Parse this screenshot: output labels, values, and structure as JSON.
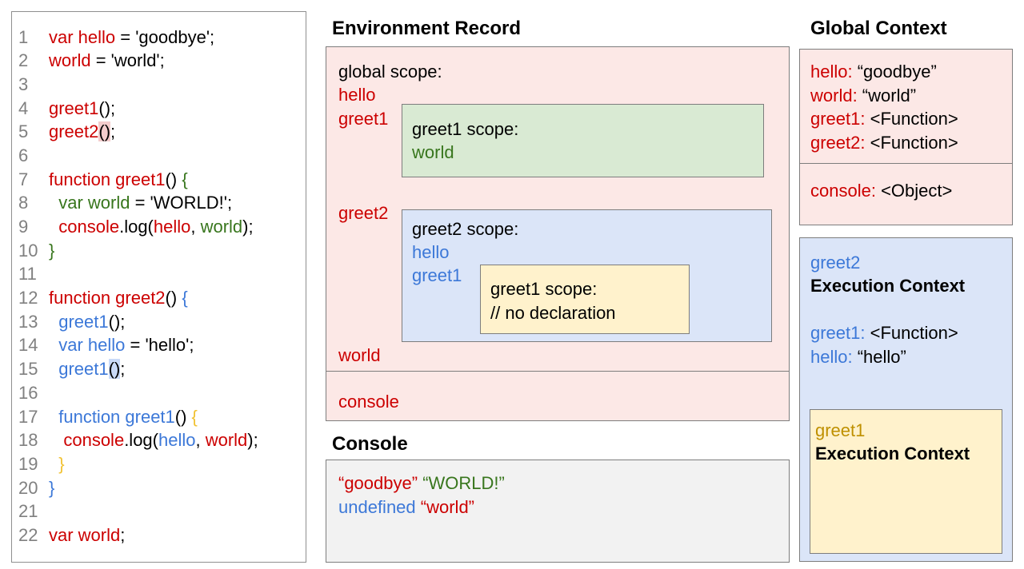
{
  "palette": {
    "code_red": "#cc0000",
    "code_green": "#38761d",
    "code_blue": "#3c78d8",
    "code_gold": "#bf9000",
    "code_gold_light": "#f1c232",
    "line_number_gray": "#808080",
    "pink_fill": "#fce8e6",
    "green_fill": "#d9ead3",
    "blue_fill": "#dbe5f8",
    "yellow_fill": "#fff2cc",
    "gray_fill": "#f2f2f2",
    "box_border": "#7d7d7d",
    "highlight_pink": "#f4cccc",
    "highlight_blue": "#c9daf8"
  },
  "code_panel": {
    "lines": [
      {
        "n": "1",
        "tokens": [
          {
            "t": "var hello",
            "c": "red"
          },
          {
            "t": " = 'goodbye';",
            "c": "black"
          }
        ]
      },
      {
        "n": "2",
        "tokens": [
          {
            "t": "world",
            "c": "red"
          },
          {
            "t": " = 'world';",
            "c": "black"
          }
        ]
      },
      {
        "n": "3",
        "tokens": []
      },
      {
        "n": "4",
        "tokens": [
          {
            "t": "greet1",
            "c": "red"
          },
          {
            "t": "();",
            "c": "black"
          }
        ]
      },
      {
        "n": "5",
        "tokens": [
          {
            "t": "greet2",
            "c": "red"
          },
          {
            "t": "()",
            "c": "black",
            "hl": "pink"
          },
          {
            "t": ";",
            "c": "black"
          }
        ]
      },
      {
        "n": "6",
        "tokens": []
      },
      {
        "n": "7",
        "tokens": [
          {
            "t": "function greet1",
            "c": "red"
          },
          {
            "t": "() ",
            "c": "black"
          },
          {
            "t": "{",
            "c": "green"
          }
        ]
      },
      {
        "n": "8",
        "tokens": [
          {
            "t": "  ",
            "c": "black"
          },
          {
            "t": "var world",
            "c": "green"
          },
          {
            "t": " = 'WORLD!';",
            "c": "black"
          }
        ]
      },
      {
        "n": "9",
        "tokens": [
          {
            "t": "  ",
            "c": "black"
          },
          {
            "t": "console",
            "c": "red"
          },
          {
            "t": ".log(",
            "c": "black"
          },
          {
            "t": "hello",
            "c": "red"
          },
          {
            "t": ", ",
            "c": "black"
          },
          {
            "t": "world",
            "c": "green"
          },
          {
            "t": ");",
            "c": "black"
          }
        ]
      },
      {
        "n": "10",
        "tokens": [
          {
            "t": "}",
            "c": "green"
          }
        ]
      },
      {
        "n": "11",
        "tokens": []
      },
      {
        "n": "12",
        "tokens": [
          {
            "t": "function greet2",
            "c": "red"
          },
          {
            "t": "() ",
            "c": "black"
          },
          {
            "t": "{",
            "c": "blue"
          }
        ]
      },
      {
        "n": "13",
        "tokens": [
          {
            "t": "  ",
            "c": "black"
          },
          {
            "t": "greet1",
            "c": "blue"
          },
          {
            "t": "();",
            "c": "black"
          }
        ]
      },
      {
        "n": "14",
        "tokens": [
          {
            "t": "  ",
            "c": "black"
          },
          {
            "t": "var hello",
            "c": "blue"
          },
          {
            "t": " = 'hello';",
            "c": "black"
          }
        ]
      },
      {
        "n": "15",
        "tokens": [
          {
            "t": "  ",
            "c": "black"
          },
          {
            "t": "greet1",
            "c": "blue"
          },
          {
            "t": "()",
            "c": "black",
            "hl": "blue"
          },
          {
            "t": ";",
            "c": "black"
          }
        ]
      },
      {
        "n": "16",
        "tokens": []
      },
      {
        "n": "17",
        "tokens": [
          {
            "t": "  ",
            "c": "black"
          },
          {
            "t": "function greet1",
            "c": "blue"
          },
          {
            "t": "() ",
            "c": "black"
          },
          {
            "t": "{",
            "c": "goldlight"
          }
        ]
      },
      {
        "n": "18",
        "tokens": [
          {
            "t": "   ",
            "c": "black"
          },
          {
            "t": "console",
            "c": "red"
          },
          {
            "t": ".log(",
            "c": "black"
          },
          {
            "t": "hello",
            "c": "blue"
          },
          {
            "t": ", ",
            "c": "black"
          },
          {
            "t": "world",
            "c": "red"
          },
          {
            "t": ");",
            "c": "black"
          }
        ]
      },
      {
        "n": "19",
        "tokens": [
          {
            "t": "  ",
            "c": "black"
          },
          {
            "t": "}",
            "c": "goldlight"
          }
        ]
      },
      {
        "n": "20",
        "tokens": [
          {
            "t": "}",
            "c": "blue"
          }
        ]
      },
      {
        "n": "21",
        "tokens": []
      },
      {
        "n": "22",
        "tokens": [
          {
            "t": "var world",
            "c": "red"
          },
          {
            "t": ";",
            "c": "black"
          }
        ]
      }
    ]
  },
  "environment_record": {
    "title": "Environment Record",
    "global_scope_label": "global scope:",
    "var_hello": "hello",
    "var_greet1": "greet1",
    "var_greet2": "greet2",
    "var_world": "world",
    "greet1_scope": {
      "label": "greet1 scope:",
      "var_world": "world"
    },
    "greet2_scope": {
      "label": "greet2 scope:",
      "var_hello": "hello",
      "var_greet1": "greet1"
    },
    "greet1_inner_scope": {
      "label": "greet1 scope:",
      "comment": "// no declaration"
    },
    "console_label": "console"
  },
  "console_panel": {
    "title": "Console",
    "lines": [
      [
        {
          "t": "“goodbye”",
          "c": "red"
        },
        {
          "t": " ",
          "c": "black"
        },
        {
          "t": "“WORLD!”",
          "c": "green"
        }
      ],
      [
        {
          "t": "undefined",
          "c": "blue"
        },
        {
          "t": " ",
          "c": "black"
        },
        {
          "t": "“world”",
          "c": "red"
        }
      ]
    ]
  },
  "global_context": {
    "title": "Global Context",
    "rows": [
      [
        {
          "t": "hello:",
          "c": "red"
        },
        {
          "t": " “goodbye”",
          "c": "black"
        }
      ],
      [
        {
          "t": "world:",
          "c": "red"
        },
        {
          "t": " “world”",
          "c": "black"
        }
      ],
      [
        {
          "t": "greet1:",
          "c": "red"
        },
        {
          "t": " <Function>",
          "c": "black"
        }
      ],
      [
        {
          "t": "greet2:",
          "c": "red"
        },
        {
          "t": " <Function>",
          "c": "black"
        }
      ]
    ],
    "console_row": [
      {
        "t": "console:",
        "c": "red"
      },
      {
        "t": " <Object>",
        "c": "black"
      }
    ]
  },
  "greet2_execution_context": {
    "name": "greet2",
    "label": "Execution Context",
    "rows": [
      [
        {
          "t": "greet1:",
          "c": "blue"
        },
        {
          "t": " <Function>",
          "c": "black"
        }
      ],
      [
        {
          "t": "hello:",
          "c": "blue"
        },
        {
          "t": " “hello”",
          "c": "black"
        }
      ]
    ],
    "greet1_execution_context": {
      "name": "greet1",
      "label": "Execution Context"
    }
  }
}
